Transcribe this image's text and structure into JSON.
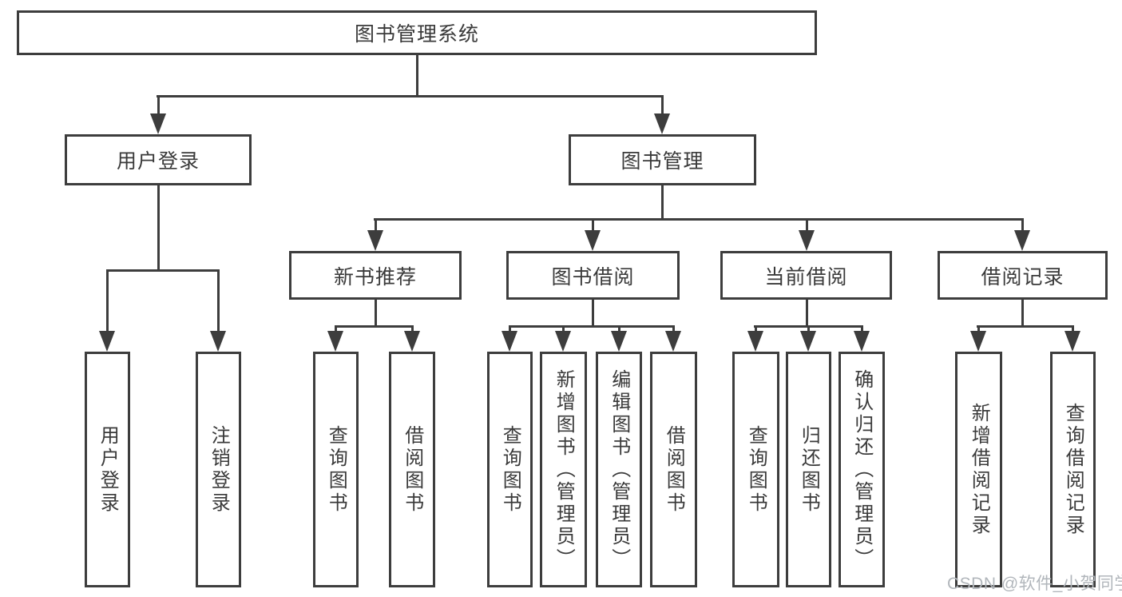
{
  "tree": {
    "label": "图书管理系统",
    "children": [
      {
        "label": "用户登录",
        "children": [
          {
            "label": "用户登录"
          },
          {
            "label": "注销登录"
          }
        ]
      },
      {
        "label": "图书管理",
        "children": [
          {
            "label": "新书推荐",
            "children": [
              {
                "label": "查询图书"
              },
              {
                "label": "借阅图书"
              }
            ]
          },
          {
            "label": "图书借阅",
            "children": [
              {
                "label": "查询图书"
              },
              {
                "label": "新增图书（管理员）"
              },
              {
                "label": "编辑图书（管理员）"
              },
              {
                "label": "借阅图书"
              }
            ]
          },
          {
            "label": "当前借阅",
            "children": [
              {
                "label": "查询图书"
              },
              {
                "label": "归还图书"
              },
              {
                "label": "确认归还（管理员）"
              }
            ]
          },
          {
            "label": "借阅记录",
            "children": [
              {
                "label": "新增借阅记录"
              },
              {
                "label": "查询借阅记录"
              }
            ]
          }
        ]
      }
    ]
  },
  "watermark": "CSDN @软件_小贺同学",
  "colors": {
    "line": "#3d3d3d",
    "text": "#3a3a3a",
    "watermark": "#b1b6bb",
    "background": "#ffffff"
  }
}
